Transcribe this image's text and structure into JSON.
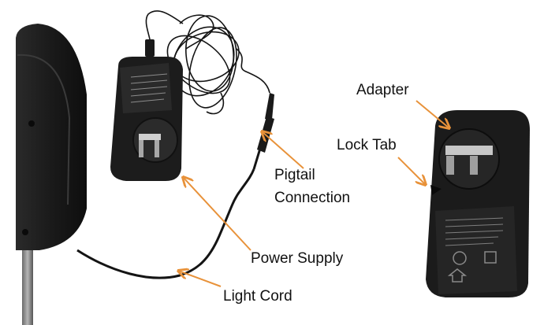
{
  "labels": {
    "adapter": "Adapter",
    "lock_tab": "Lock Tab",
    "pigtail_line1": "Pigtail",
    "pigtail_line2": "Connection",
    "power_supply": "Power Supply",
    "light_cord": "Light Cord"
  },
  "colors": {
    "arrow": "#e8923a",
    "device_body": "#1c1c1c",
    "cord": "#141414",
    "label_text": "#111111"
  }
}
